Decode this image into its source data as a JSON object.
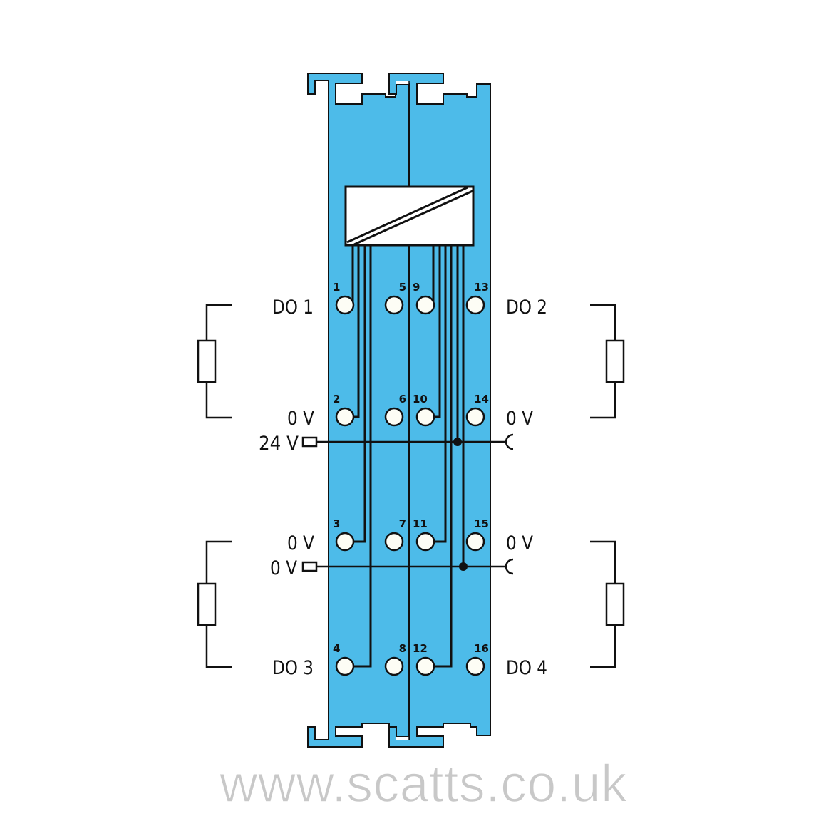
{
  "colors": {
    "module": "#4dbbe9",
    "line": "#111111",
    "terminal": "#fdfdf5"
  },
  "terminals": {
    "col1": [
      "1",
      "2",
      "3",
      "4"
    ],
    "col2": [
      "5",
      "6",
      "7",
      "8"
    ],
    "col3": [
      "9",
      "10",
      "11",
      "12"
    ],
    "col4": [
      "13",
      "14",
      "15",
      "16"
    ]
  },
  "labels": {
    "do1": "DO 1",
    "do2": "DO 2",
    "do3": "DO 3",
    "do4": "DO 4",
    "left_0v_row2": "0 V",
    "left_24v": "24 V",
    "left_0v_row3": "0 V",
    "left_0v_supply": "0 V",
    "right_0v_row2": "0 V",
    "right_0v_row3": "0 V"
  },
  "watermark": "www.scatts.co.uk"
}
